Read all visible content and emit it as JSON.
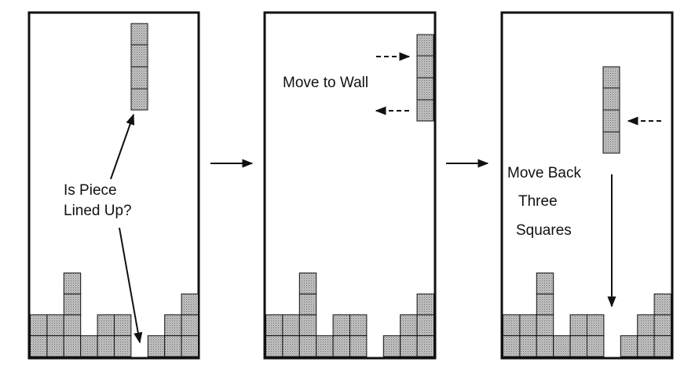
{
  "panels": [
    {
      "labels": [
        "Is Piece",
        "Lined Up?"
      ]
    },
    {
      "labels": [
        "Move to Wall"
      ]
    },
    {
      "labels": [
        "Move Back",
        "Three",
        "Squares"
      ]
    }
  ],
  "colors": {
    "block_fill": "#bdbdbd",
    "block_pattern": "#6f6f6f",
    "line": "#111111",
    "background": "#ffffff"
  },
  "icons": {
    "transition": "right-arrow-icon",
    "move": "dashed-arrow-icon",
    "drop": "down-arrow-icon"
  }
}
